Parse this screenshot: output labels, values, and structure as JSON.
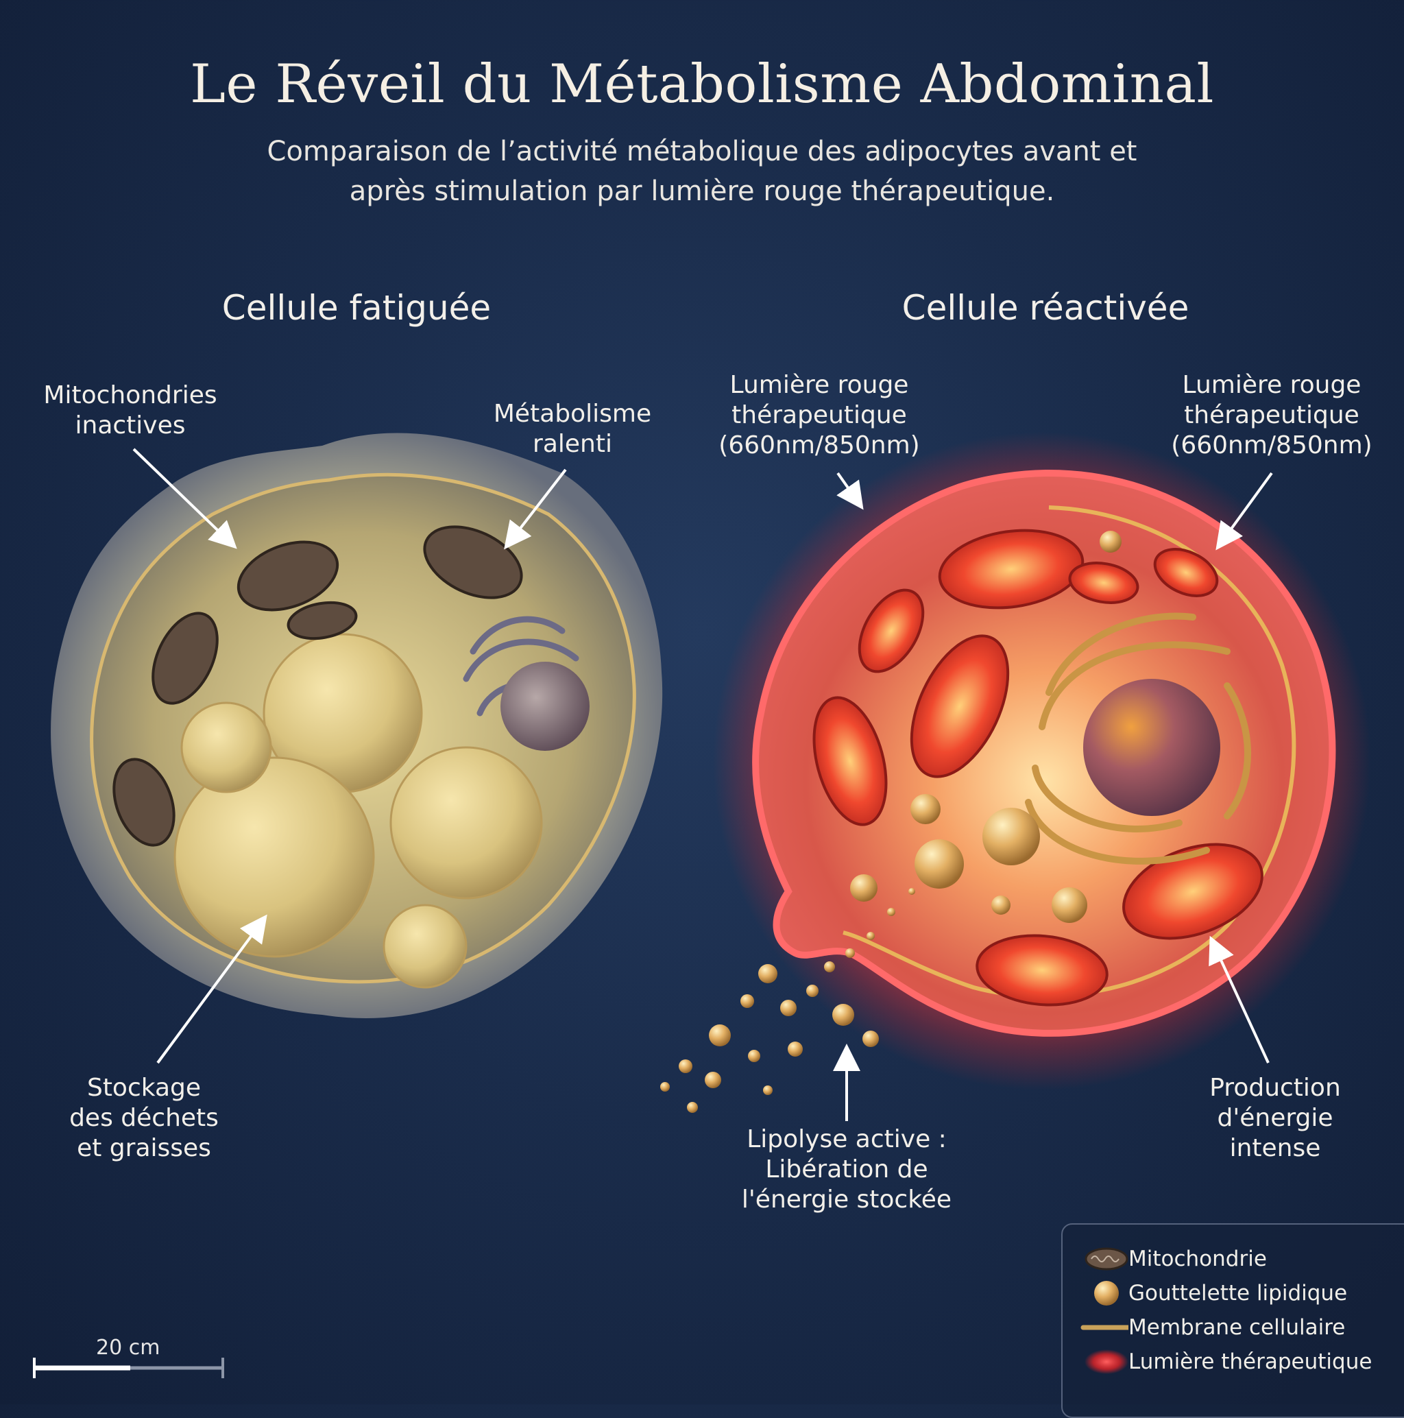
{
  "title": "Le Réveil du Métabolisme Abdominal",
  "subtitle": "Comparaison de l’activité métabolique des adipocytes avant et\naprès stimulation par lumière rouge thérapeutique.",
  "left_cell": {
    "heading": "Cellule fatiguée",
    "labels": {
      "mitochondria": "Mitochondries\ninactives",
      "metabolism": "Métabolisme\nralenti",
      "storage": "Stockage\ndes déchets\net graisses"
    }
  },
  "right_cell": {
    "heading": "Cellule réactivée",
    "labels": {
      "light_left": "Lumière rouge\nthérapeutique\n(660nm/850nm)",
      "light_right": "Lumière rouge\nthérapeutique\n(660nm/850nm)",
      "lipolysis": "Lipolyse active :\nLibération de\nl'énergie stockée",
      "energy": "Production\nd'énergie\nintense"
    }
  },
  "legend": {
    "items": [
      {
        "label": "Mitochondrie",
        "icon": "mitochondria-icon"
      },
      {
        "label": "Gouttelette lipidique",
        "icon": "lipid-droplet-icon"
      },
      {
        "label": "Membrane cellulaire",
        "icon": "membrane-line-icon"
      },
      {
        "label": "Lumière thérapeutique",
        "icon": "red-glow-icon"
      }
    ]
  },
  "scale_bar": {
    "label": "20 cm"
  },
  "colors": {
    "background": "#1a2c4b",
    "fatigued_cell": "#c9b77e",
    "reactivated_glow": "#ff3b3b",
    "mitochondria_active": "#e23b2a",
    "mitochondria_inactive": "#5e4c3f"
  }
}
